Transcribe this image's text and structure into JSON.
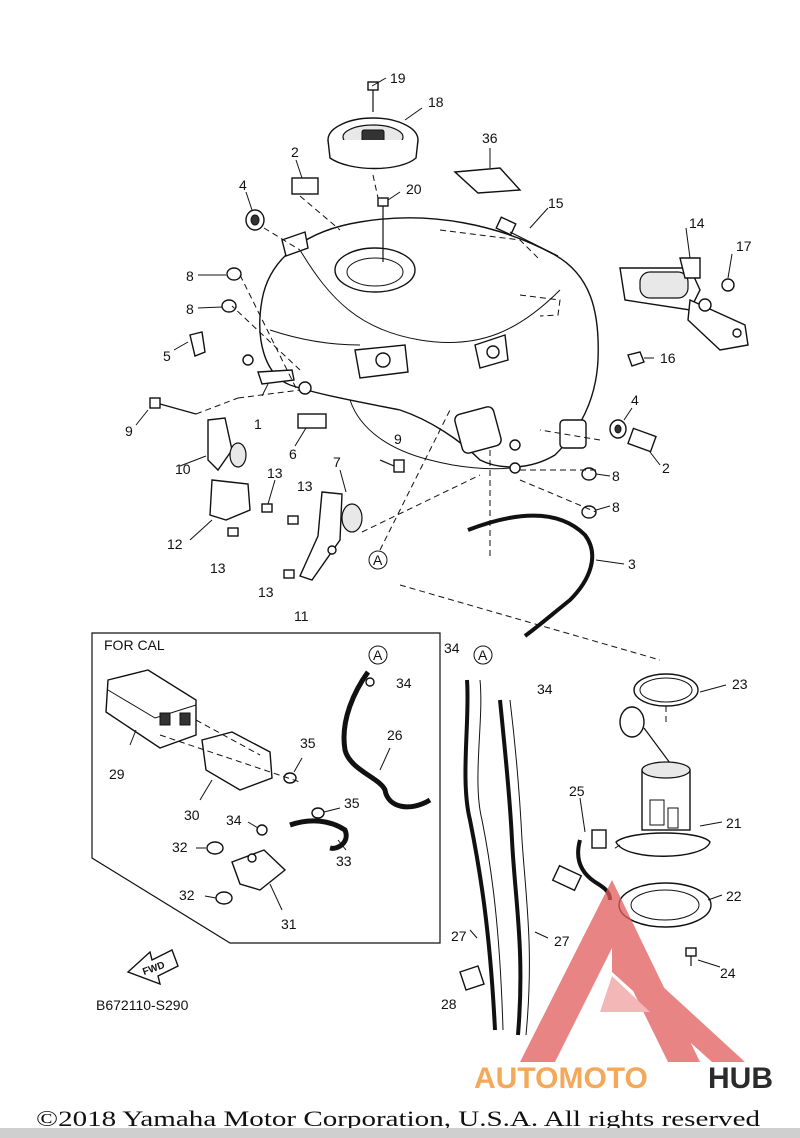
{
  "diagram": {
    "part_callouts": [
      {
        "id": "c1",
        "label": "1"
      },
      {
        "id": "c2a",
        "label": "2"
      },
      {
        "id": "c2b",
        "label": "2"
      },
      {
        "id": "c3",
        "label": "3"
      },
      {
        "id": "c4a",
        "label": "4"
      },
      {
        "id": "c4b",
        "label": "4"
      },
      {
        "id": "c5",
        "label": "5"
      },
      {
        "id": "c6",
        "label": "6"
      },
      {
        "id": "c7",
        "label": "7"
      },
      {
        "id": "c8a",
        "label": "8"
      },
      {
        "id": "c8b",
        "label": "8"
      },
      {
        "id": "c8c",
        "label": "8"
      },
      {
        "id": "c8d",
        "label": "8"
      },
      {
        "id": "c9a",
        "label": "9"
      },
      {
        "id": "c9b",
        "label": "9"
      },
      {
        "id": "c10",
        "label": "10"
      },
      {
        "id": "c11",
        "label": "11"
      },
      {
        "id": "c12",
        "label": "12"
      },
      {
        "id": "c13a",
        "label": "13"
      },
      {
        "id": "c13b",
        "label": "13"
      },
      {
        "id": "c13c",
        "label": "13"
      },
      {
        "id": "c13d",
        "label": "13"
      },
      {
        "id": "c14",
        "label": "14"
      },
      {
        "id": "c15",
        "label": "15"
      },
      {
        "id": "c16",
        "label": "16"
      },
      {
        "id": "c17",
        "label": "17"
      },
      {
        "id": "c18",
        "label": "18"
      },
      {
        "id": "c19",
        "label": "19"
      },
      {
        "id": "c20",
        "label": "20"
      },
      {
        "id": "c21",
        "label": "21"
      },
      {
        "id": "c22",
        "label": "22"
      },
      {
        "id": "c23",
        "label": "23"
      },
      {
        "id": "c24",
        "label": "24"
      },
      {
        "id": "c25",
        "label": "25"
      },
      {
        "id": "c26",
        "label": "26"
      },
      {
        "id": "c27a",
        "label": "27"
      },
      {
        "id": "c27b",
        "label": "27"
      },
      {
        "id": "c28",
        "label": "28"
      },
      {
        "id": "c29",
        "label": "29"
      },
      {
        "id": "c30",
        "label": "30"
      },
      {
        "id": "c31",
        "label": "31"
      },
      {
        "id": "c32a",
        "label": "32"
      },
      {
        "id": "c32b",
        "label": "32"
      },
      {
        "id": "c33",
        "label": "33"
      },
      {
        "id": "c34a",
        "label": "34"
      },
      {
        "id": "c34b",
        "label": "34"
      },
      {
        "id": "c34c",
        "label": "34"
      },
      {
        "id": "c35a",
        "label": "35"
      },
      {
        "id": "c35b",
        "label": "35"
      },
      {
        "id": "c36",
        "label": "36"
      }
    ],
    "reference_marks": [
      "A",
      "A",
      "A",
      "A"
    ],
    "inset_title": "FOR CAL",
    "fwd_label": "FWD",
    "drawing_code": "B672110-S290",
    "copyright": "©2018 Yamaha Motor Corporation, U.S.A. All rights reserved"
  },
  "watermark": {
    "word_a": "AUTOMOTO",
    "word_b": "HUB",
    "colors": {
      "accent": "#f4a85a",
      "dark": "#2b2b2b",
      "logo": "#e25b5b"
    }
  }
}
